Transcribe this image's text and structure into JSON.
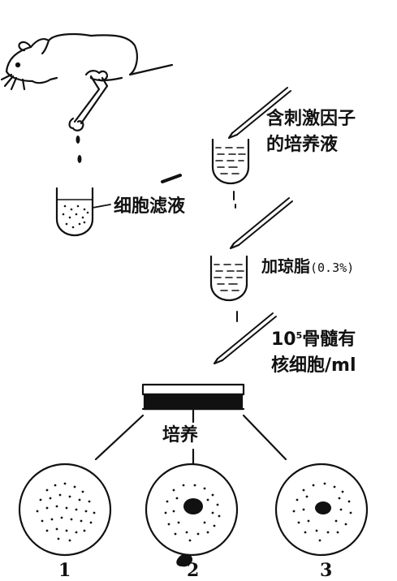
{
  "labels": {
    "factor_line1": "含刺激因子",
    "factor_line2": "的培养液",
    "filtrate": "细胞滤液",
    "agar_main": "加琼脂",
    "agar_paren": "(0.3%)",
    "marrow_base": "10",
    "marrow_exp": "5",
    "marrow_rest": "骨髓有",
    "marrow_line2": "核细胞/ml",
    "culture": "培养",
    "dish1": "1",
    "dish2": "2",
    "dish3": "3"
  },
  "colors": {
    "ink": "#111111",
    "paper": "#ffffff"
  }
}
